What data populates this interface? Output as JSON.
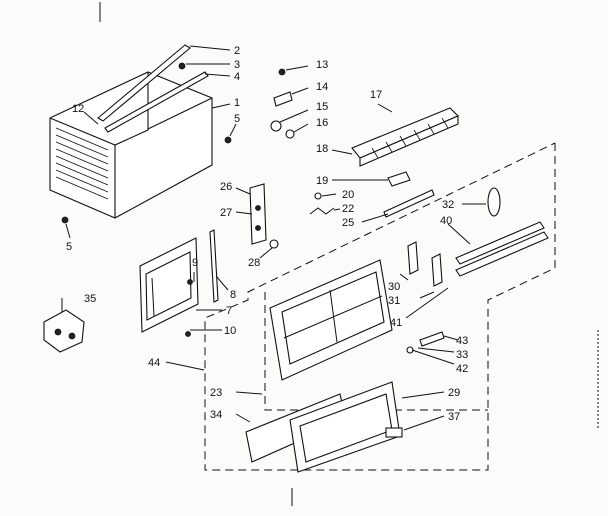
{
  "labels": [
    "2",
    "3",
    "4",
    "1",
    "12",
    "5",
    "5",
    "13",
    "14",
    "15",
    "16",
    "17",
    "18",
    "19",
    "20",
    "22",
    "25",
    "26",
    "27",
    "28",
    "32",
    "40",
    "9",
    "8",
    "7",
    "10",
    "35",
    "30",
    "31",
    "41",
    "43",
    "33",
    "42",
    "44",
    "23",
    "29",
    "34",
    "37"
  ]
}
